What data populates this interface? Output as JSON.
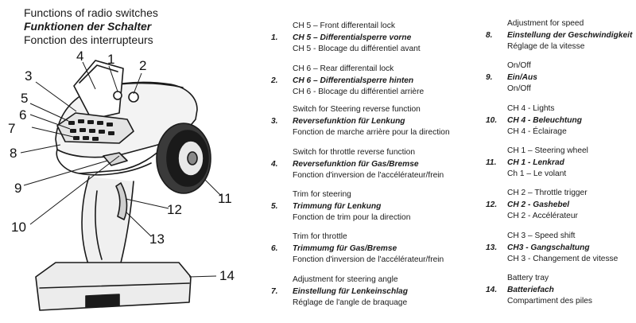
{
  "header": {
    "title_en": "Functions of radio switches",
    "title_de": "Funktionen der Schalter",
    "title_fr": "Fonction des interrupteurs"
  },
  "figure": {
    "callouts": [
      "1",
      "2",
      "3",
      "4",
      "5",
      "6",
      "7",
      "8",
      "9",
      "10",
      "11",
      "12",
      "13",
      "14"
    ]
  },
  "functions_left": [
    {
      "num": "1.",
      "en": "CH 5 – Front differentail lock",
      "de": "CH 5 – Differentialsperre vorne",
      "fr": "CH 5 - Blocage du différentiel avant"
    },
    {
      "num": "2.",
      "en": "CH 6 – Rear differentail lock",
      "de": "CH 6 – Differentialsperre hinten",
      "fr": "CH 6 - Blocage du différentiel arrière"
    },
    {
      "num": "3.",
      "en": "Switch for Steering reverse function",
      "de": "Reversefunktion für Lenkung",
      "fr": "Fonction de marche arrière pour la direction"
    },
    {
      "num": "4.",
      "en": "Switch for throttle reverse function",
      "de": "Reversefunktion für Gas/Bremse",
      "fr": "Fonction d'inversion de l'accélérateur/frein"
    },
    {
      "num": "5.",
      "en": "Trim for steering",
      "de": "Trimmung für Lenkung",
      "fr": "Fonction de trim pour la direction"
    },
    {
      "num": "6.",
      "en": "Trim for throttle",
      "de": "Trimmumg für Gas/Bremse",
      "fr": "Fonction d'inversion de l'accélérateur/frein"
    },
    {
      "num": "7.",
      "en": "Adjustment for steering angle",
      "de": "Einstellung für Lenkeinschlag",
      "fr": "Réglage de l'angle de braquage"
    }
  ],
  "functions_right": [
    {
      "num": "8.",
      "en": "Adjustment for speed",
      "de": "Einstellung der Geschwindigkeit",
      "fr": "Réglage de la vitesse"
    },
    {
      "num": "9.",
      "en": "On/Off",
      "de": "Ein/Aus",
      "fr": "On/Off"
    },
    {
      "num": "10.",
      "en": "CH 4 - Lights",
      "de": "CH 4 - Beleuchtung",
      "fr": "CH 4 - Éclairage"
    },
    {
      "num": "11.",
      "en": "CH 1 – Steering wheel",
      "de": "CH 1 - Lenkrad",
      "fr": "Ch 1 – Le volant"
    },
    {
      "num": "12.",
      "en": "CH 2 – Throttle trigger",
      "de": "CH 2 - Gashebel",
      "fr": "CH 2 - Accélérateur"
    },
    {
      "num": "13.",
      "en": "CH 3 – Speed shift",
      "de": "CH3 - Gangschaltung",
      "fr": "CH 3 - Changement de vitesse"
    },
    {
      "num": "14.",
      "en": "Battery tray",
      "de": "Batteriefach",
      "fr": "Compartiment des piles"
    }
  ]
}
